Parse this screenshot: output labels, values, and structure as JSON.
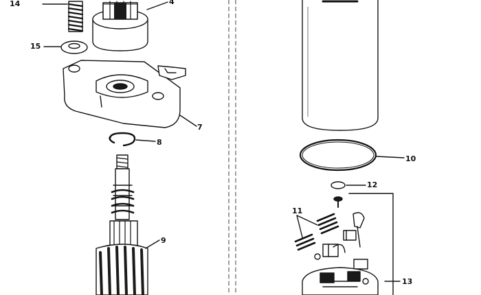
{
  "callouts": {
    "c14": "14",
    "c4": "4",
    "c15": "15",
    "c7": "7",
    "c8": "8",
    "c9": "9",
    "c10": "10",
    "c12": "12",
    "c11": "11",
    "c13": "13"
  },
  "colors": {
    "ink": "#111111",
    "paper": "#ffffff",
    "shade": "#1a1a1a"
  }
}
